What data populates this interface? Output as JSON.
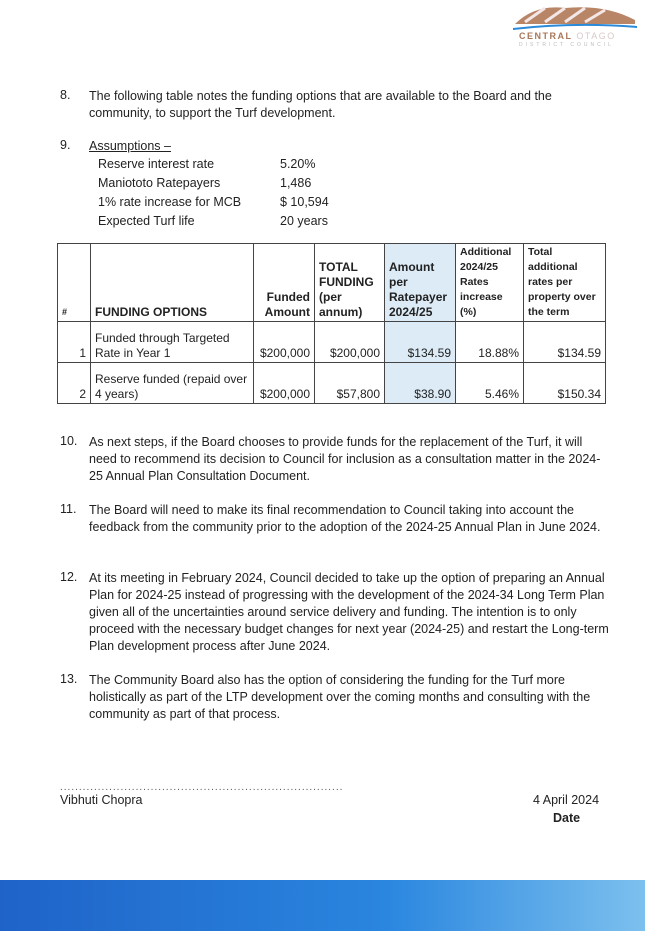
{
  "logo": {
    "text1": "CENTRAL",
    "text2": "OTAGO",
    "text3": "DISTRICT COUNCIL"
  },
  "paragraphs": [
    {
      "num": "8.",
      "text": "The following table notes the funding options that are available to the Board and the community, to support the Turf development."
    },
    {
      "num": "9.",
      "text": "Assumptions –"
    },
    {
      "num": "10.",
      "text": "As next steps, if the Board chooses to provide funds for the replacement of the Turf, it will need to recommend its decision to Council for inclusion as a consultation matter in the 2024-25 Annual Plan Consultation Document."
    },
    {
      "num": "11.",
      "text": "The Board will need to make its final recommendation to Council taking into account the feedback from the community prior to the adoption of the 2024-25 Annual Plan in June 2024."
    },
    {
      "num": "12.",
      "text": "At its meeting in February 2024, Council decided to take up the option of preparing an Annual Plan for 2024-25 instead of progressing with the development of the 2024-34 Long Term Plan given all of the uncertainties around service delivery and funding. The intention is to only proceed with the necessary budget changes for next year (2024-25) and restart the Long-term Plan development process after June 2024."
    },
    {
      "num": "13.",
      "text": "The Community Board also has the option of considering the funding for the Turf more holistically as part of the LTP development over the coming months and consulting with the community as part of that process."
    }
  ],
  "assumptions": [
    {
      "label": "Reserve interest rate",
      "value": "5.20%"
    },
    {
      "label": "Maniototo Ratepayers",
      "value": "1,486"
    },
    {
      "label": "1% rate increase for MCB",
      "value": "$ 10,594"
    },
    {
      "label": "Expected Turf life",
      "value": "20 years"
    }
  ],
  "table": {
    "headers": [
      "#",
      "FUNDING OPTIONS",
      "Funded Amount",
      "TOTAL FUNDING (per annum)",
      "Amount per Ratepayer 2024/25",
      "Additional 2024/25 Rates increase (%)",
      "Total additional rates per property over the term"
    ],
    "rows": [
      [
        "1",
        "Funded through Targeted Rate in Year 1",
        "$200,000",
        "$200,000",
        "$134.59",
        "18.88%",
        "$134.59"
      ],
      [
        "2",
        "Reserve funded (repaid over 4 years)",
        "$200,000",
        "$57,800",
        "$38.90",
        "5.46%",
        "$150.34"
      ]
    ]
  },
  "signature": {
    "line": "...........................................................................",
    "name": "Vibhuti Chopra",
    "date": "4 April 2024",
    "date_label": "Date"
  }
}
